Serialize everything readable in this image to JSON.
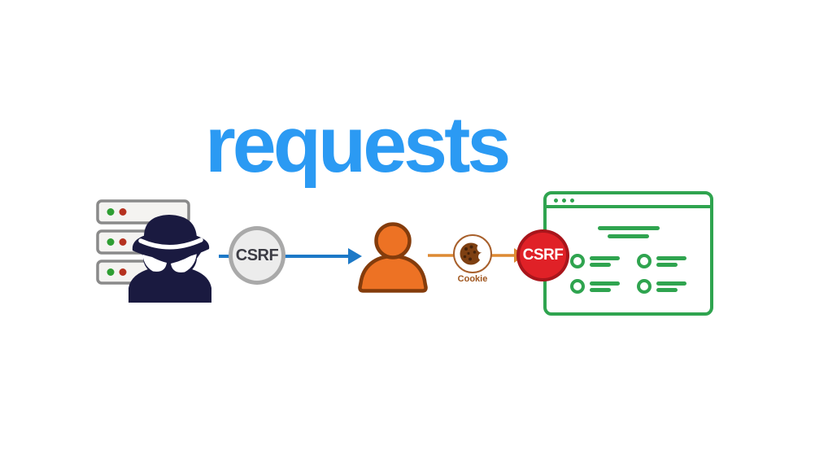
{
  "title": {
    "text": "requests",
    "color": "#2B9AF3"
  },
  "flow": {
    "attacker_server": {
      "icon": "spy-attacker-on-server",
      "server_border": "#8A8A8A",
      "server_fill": "#F4F3F1",
      "led_green": "#2F9E33",
      "led_red": "#B5311F",
      "spy_color": "#1A1A40",
      "server_rows": 3
    },
    "csrf_request_badge": {
      "label": "CSRF",
      "fill": "#ECECEC",
      "border": "#A9A9A9",
      "text_color": "#3C3C44"
    },
    "arrow_attacker_to_victim": {
      "icon": "right-arrow",
      "color": "#1D79C7"
    },
    "victim_user": {
      "icon": "person",
      "fill": "#ED7224",
      "outline": "#843C0C"
    },
    "arrow_victim_to_browser": {
      "icon": "right-arrow",
      "color": "#DD8A33"
    },
    "cookie": {
      "label": "Cookie",
      "label_color": "#A0561E",
      "body_color": "#7E4012",
      "chip_color": "#45220A",
      "ring_color": "#A8602C"
    },
    "csrf_forged_badge": {
      "label": "CSRF",
      "fill": "#E02127",
      "border": "#A9151B",
      "text_color": "#FFFFFF"
    },
    "browser_window": {
      "icon": "browser-window",
      "color": "#2FA44F",
      "toolbar_dots": 3,
      "list_items": 4
    }
  }
}
